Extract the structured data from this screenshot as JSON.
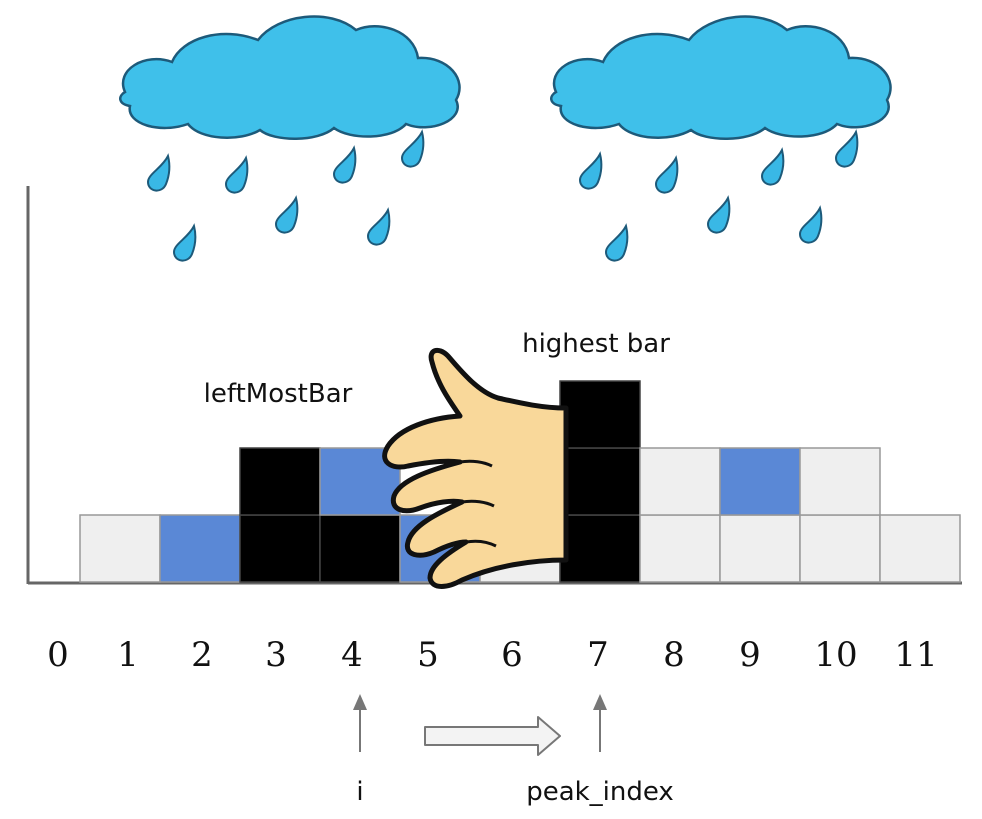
{
  "labels": {
    "left_most_bar": "leftMostBar",
    "highest_bar": "highest bar",
    "i": "i",
    "peak_index": "peak_index"
  },
  "x_ticks": [
    "0",
    "1",
    "2",
    "3",
    "4",
    "5",
    "6",
    "7",
    "8",
    "9",
    "10",
    "11"
  ],
  "heights": [
    0,
    1,
    1,
    2,
    2,
    1,
    1,
    3,
    2,
    2,
    2,
    1
  ],
  "cells": [
    {
      "col": 1,
      "row": 0,
      "color": "light"
    },
    {
      "col": 2,
      "row": 0,
      "color": "blue"
    },
    {
      "col": 3,
      "row": 0,
      "color": "black"
    },
    {
      "col": 3,
      "row": 1,
      "color": "black"
    },
    {
      "col": 4,
      "row": 0,
      "color": "black"
    },
    {
      "col": 4,
      "row": 1,
      "color": "blue"
    },
    {
      "col": 5,
      "row": 0,
      "color": "blue"
    },
    {
      "col": 6,
      "row": 0,
      "color": "light"
    },
    {
      "col": 7,
      "row": 0,
      "color": "black"
    },
    {
      "col": 7,
      "row": 1,
      "color": "black"
    },
    {
      "col": 7,
      "row": 2,
      "color": "black"
    },
    {
      "col": 8,
      "row": 0,
      "color": "light"
    },
    {
      "col": 8,
      "row": 1,
      "color": "light"
    },
    {
      "col": 9,
      "row": 0,
      "color": "light"
    },
    {
      "col": 9,
      "row": 1,
      "color": "blue"
    },
    {
      "col": 10,
      "row": 0,
      "color": "light"
    },
    {
      "col": 10,
      "row": 1,
      "color": "light"
    },
    {
      "col": 11,
      "row": 0,
      "color": "light"
    }
  ],
  "colors": {
    "light": "#efefef",
    "blue": "#5a88d6",
    "black": "#000000",
    "cloud": "#3fc0ea",
    "drop": "#39b8e6",
    "hand": "#f9d89a",
    "arrow": "#777777"
  },
  "pointers": {
    "i_index": 4,
    "peak_index": 7
  }
}
